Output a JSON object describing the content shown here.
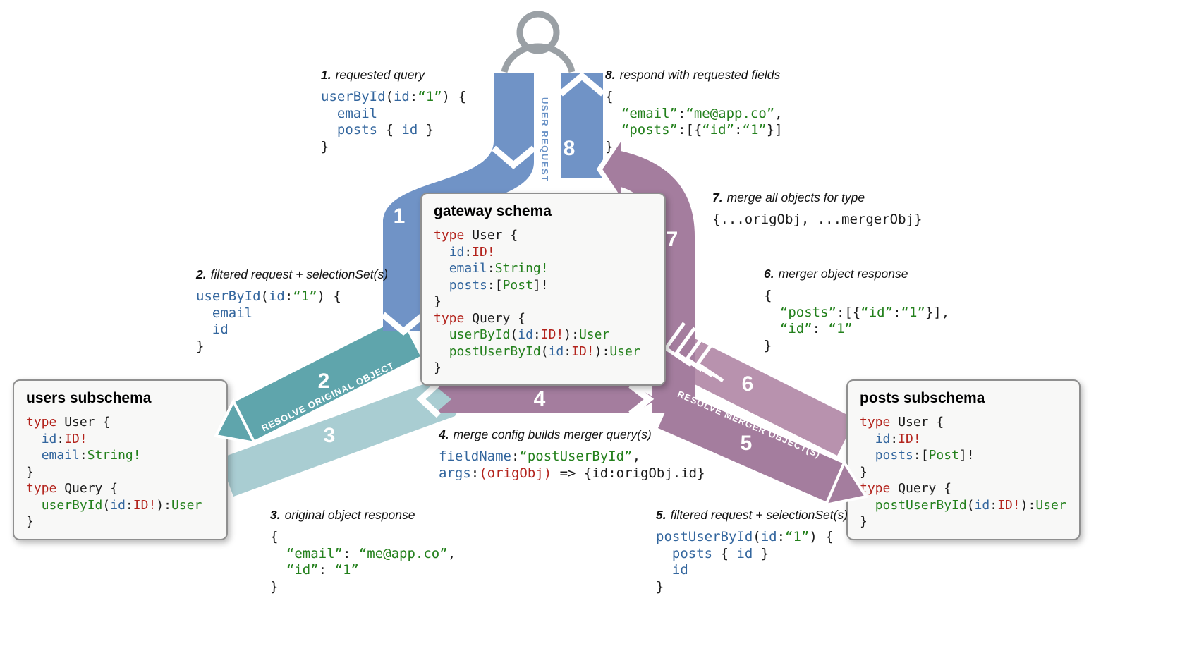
{
  "colors": {
    "blue": "#7093c6",
    "teal": "#5fa5ac",
    "teal_light": "#a9cdd2",
    "purple": "#a47d9e",
    "purple_light": "#b892ae",
    "person_gray": "#9aa0a5",
    "code_red": "#b3231c",
    "code_blue": "#33669e",
    "code_green": "#23801c"
  },
  "person": {
    "icon": "user-icon"
  },
  "arrows": {
    "user_request_label": "USER REQUEST",
    "resolve_original_label": "RESOLVE ORIGINAL OBJECT",
    "resolve_merger_label": "RESOLVE MERGER OBJECT(S)",
    "numbers": [
      "1",
      "2",
      "3",
      "4",
      "5",
      "6",
      "7",
      "8"
    ]
  },
  "boxes": {
    "gateway": {
      "title": "gateway schema",
      "code": [
        [
          [
            "type",
            "red"
          ],
          [
            " User {",
            "pln"
          ]
        ],
        [
          [
            "  ",
            "pln"
          ],
          [
            "id",
            "blu"
          ],
          [
            ":",
            "pln"
          ],
          [
            "ID!",
            "red"
          ]
        ],
        [
          [
            "  ",
            "pln"
          ],
          [
            "email",
            "blu"
          ],
          [
            ":",
            "pln"
          ],
          [
            "String!",
            "grn"
          ]
        ],
        [
          [
            "  ",
            "pln"
          ],
          [
            "posts",
            "blu"
          ],
          [
            ":[",
            "pln"
          ],
          [
            "Post",
            "grn"
          ],
          [
            "]!",
            "pln"
          ]
        ],
        [
          [
            "}",
            "pln"
          ]
        ],
        [
          [
            "type",
            "red"
          ],
          [
            " Query {",
            "pln"
          ]
        ],
        [
          [
            "  ",
            "pln"
          ],
          [
            "userById",
            "grn"
          ],
          [
            "(",
            "pln"
          ],
          [
            "id",
            "blu"
          ],
          [
            ":",
            "pln"
          ],
          [
            "ID!",
            "red"
          ],
          [
            "):",
            "pln"
          ],
          [
            "User",
            "grn"
          ]
        ],
        [
          [
            "  ",
            "pln"
          ],
          [
            "postUserById",
            "grn"
          ],
          [
            "(",
            "pln"
          ],
          [
            "id",
            "blu"
          ],
          [
            ":",
            "pln"
          ],
          [
            "ID!",
            "red"
          ],
          [
            "):",
            "pln"
          ],
          [
            "User",
            "grn"
          ]
        ],
        [
          [
            "}",
            "pln"
          ]
        ]
      ]
    },
    "users": {
      "title": "users subschema",
      "code": [
        [
          [
            "type",
            "red"
          ],
          [
            " User {",
            "pln"
          ]
        ],
        [
          [
            "  ",
            "pln"
          ],
          [
            "id",
            "blu"
          ],
          [
            ":",
            "pln"
          ],
          [
            "ID!",
            "red"
          ]
        ],
        [
          [
            "  ",
            "pln"
          ],
          [
            "email",
            "blu"
          ],
          [
            ":",
            "pln"
          ],
          [
            "String!",
            "grn"
          ]
        ],
        [
          [
            "}",
            "pln"
          ]
        ],
        [
          [
            "type",
            "red"
          ],
          [
            " Query {",
            "pln"
          ]
        ],
        [
          [
            "  ",
            "pln"
          ],
          [
            "userById",
            "grn"
          ],
          [
            "(",
            "pln"
          ],
          [
            "id",
            "blu"
          ],
          [
            ":",
            "pln"
          ],
          [
            "ID!",
            "red"
          ],
          [
            "):",
            "pln"
          ],
          [
            "User",
            "grn"
          ]
        ],
        [
          [
            "}",
            "pln"
          ]
        ]
      ]
    },
    "posts": {
      "title": "posts subschema",
      "code": [
        [
          [
            "type",
            "red"
          ],
          [
            " User {",
            "pln"
          ]
        ],
        [
          [
            "  ",
            "pln"
          ],
          [
            "id",
            "blu"
          ],
          [
            ":",
            "pln"
          ],
          [
            "ID!",
            "red"
          ]
        ],
        [
          [
            "  ",
            "pln"
          ],
          [
            "posts",
            "blu"
          ],
          [
            ":[",
            "pln"
          ],
          [
            "Post",
            "grn"
          ],
          [
            "]!",
            "pln"
          ]
        ],
        [
          [
            "}",
            "pln"
          ]
        ],
        [
          [
            "type",
            "red"
          ],
          [
            " Query {",
            "pln"
          ]
        ],
        [
          [
            "  ",
            "pln"
          ],
          [
            "postUserById",
            "grn"
          ],
          [
            "(",
            "pln"
          ],
          [
            "id",
            "blu"
          ],
          [
            ":",
            "pln"
          ],
          [
            "ID!",
            "red"
          ],
          [
            "):",
            "pln"
          ],
          [
            "User",
            "grn"
          ]
        ],
        [
          [
            "}",
            "pln"
          ]
        ]
      ]
    }
  },
  "annotations": {
    "a1": {
      "num": "1.",
      "title": "requested query",
      "code": [
        [
          [
            "userById",
            "blu"
          ],
          [
            "(",
            "pln"
          ],
          [
            "id",
            "blu"
          ],
          [
            ":",
            "pln"
          ],
          [
            "“1”",
            "grn"
          ],
          [
            ") {",
            "pln"
          ]
        ],
        [
          [
            "  ",
            "pln"
          ],
          [
            "email",
            "blu"
          ]
        ],
        [
          [
            "  ",
            "pln"
          ],
          [
            "posts",
            "blu"
          ],
          [
            " { ",
            "pln"
          ],
          [
            "id",
            "blu"
          ],
          [
            " }",
            "pln"
          ]
        ],
        [
          [
            "}",
            "pln"
          ]
        ]
      ]
    },
    "a2": {
      "num": "2.",
      "title": "filtered request + selectionSet(s)",
      "code": [
        [
          [
            "userById",
            "blu"
          ],
          [
            "(",
            "pln"
          ],
          [
            "id",
            "blu"
          ],
          [
            ":",
            "pln"
          ],
          [
            "“1”",
            "grn"
          ],
          [
            ") {",
            "pln"
          ]
        ],
        [
          [
            "  ",
            "pln"
          ],
          [
            "email",
            "blu"
          ]
        ],
        [
          [
            "  ",
            "pln"
          ],
          [
            "id",
            "blu"
          ]
        ],
        [
          [
            "}",
            "pln"
          ]
        ]
      ]
    },
    "a3": {
      "num": "3.",
      "title": "original object response",
      "code": [
        [
          [
            "{",
            "pln"
          ]
        ],
        [
          [
            "  ",
            "pln"
          ],
          [
            "“email”",
            "grn"
          ],
          [
            ": ",
            "pln"
          ],
          [
            "“me@app.co”",
            "grn"
          ],
          [
            ",",
            "pln"
          ]
        ],
        [
          [
            "  ",
            "pln"
          ],
          [
            "“id”",
            "grn"
          ],
          [
            ": ",
            "pln"
          ],
          [
            "“1”",
            "grn"
          ]
        ],
        [
          [
            "}",
            "pln"
          ]
        ]
      ]
    },
    "a4": {
      "num": "4.",
      "title": "merge config builds merger query(s)",
      "code": [
        [
          [
            "fieldName",
            "blu"
          ],
          [
            ":",
            "pln"
          ],
          [
            "“postUserById”",
            "grn"
          ],
          [
            ",",
            "pln"
          ]
        ],
        [
          [
            "args",
            "blu"
          ],
          [
            ":",
            "pln"
          ],
          [
            "(origObj)",
            "red"
          ],
          [
            " => {id:origObj.id}",
            "pln"
          ]
        ]
      ]
    },
    "a5": {
      "num": "5.",
      "title": "filtered request + selectionSet(s)",
      "code": [
        [
          [
            "postUserById",
            "blu"
          ],
          [
            "(",
            "pln"
          ],
          [
            "id",
            "blu"
          ],
          [
            ":",
            "pln"
          ],
          [
            "“1”",
            "grn"
          ],
          [
            ") {",
            "pln"
          ]
        ],
        [
          [
            "  ",
            "pln"
          ],
          [
            "posts",
            "blu"
          ],
          [
            " { ",
            "pln"
          ],
          [
            "id",
            "blu"
          ],
          [
            " }",
            "pln"
          ]
        ],
        [
          [
            "  ",
            "pln"
          ],
          [
            "id",
            "blu"
          ]
        ],
        [
          [
            "}",
            "pln"
          ]
        ]
      ]
    },
    "a6": {
      "num": "6.",
      "title": "merger object response",
      "code": [
        [
          [
            "{",
            "pln"
          ]
        ],
        [
          [
            "  ",
            "pln"
          ],
          [
            "“posts”",
            "grn"
          ],
          [
            ":[{",
            "pln"
          ],
          [
            "“id”",
            "grn"
          ],
          [
            ":",
            "pln"
          ],
          [
            "“1”",
            "grn"
          ],
          [
            "}],",
            "pln"
          ]
        ],
        [
          [
            "  ",
            "pln"
          ],
          [
            "“id”",
            "grn"
          ],
          [
            ": ",
            "pln"
          ],
          [
            "“1”",
            "grn"
          ]
        ],
        [
          [
            "}",
            "pln"
          ]
        ]
      ]
    },
    "a7": {
      "num": "7.",
      "title": "merge all objects for type",
      "code": [
        [
          [
            "{...origObj, ...mergerObj}",
            "pln"
          ]
        ]
      ]
    },
    "a8": {
      "num": "8.",
      "title": "respond with requested fields",
      "code": [
        [
          [
            "{",
            "pln"
          ]
        ],
        [
          [
            "  ",
            "pln"
          ],
          [
            "“email”",
            "grn"
          ],
          [
            ":",
            "pln"
          ],
          [
            "“me@app.co”",
            "grn"
          ],
          [
            ",",
            "pln"
          ]
        ],
        [
          [
            "  ",
            "pln"
          ],
          [
            "“posts”",
            "grn"
          ],
          [
            ":[{",
            "pln"
          ],
          [
            "“id”",
            "grn"
          ],
          [
            ":",
            "pln"
          ],
          [
            "“1”",
            "grn"
          ],
          [
            "}]",
            "pln"
          ]
        ],
        [
          [
            "}",
            "pln"
          ]
        ]
      ]
    }
  }
}
